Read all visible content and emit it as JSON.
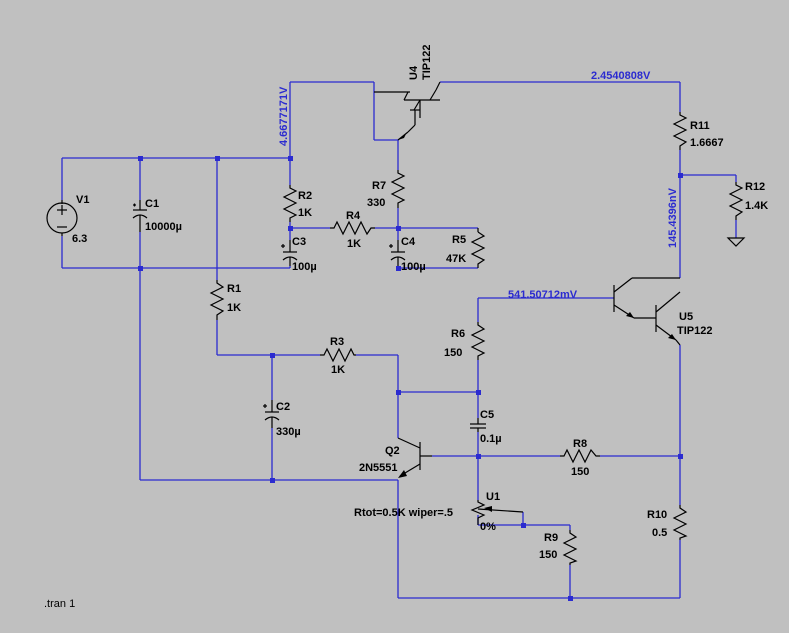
{
  "directive": ".tran 1",
  "nets": {
    "n_top_left": "4.6677171V",
    "n_top_right": "2.4540808V",
    "n_r11": "145.4396nV",
    "n_u5_base": "541.50712mV"
  },
  "components": {
    "V1": {
      "ref": "V1",
      "value": "6.3"
    },
    "C1": {
      "ref": "C1",
      "value": "10000µ"
    },
    "R2": {
      "ref": "R2",
      "value": "1K"
    },
    "R7": {
      "ref": "R7",
      "value": "330"
    },
    "R4": {
      "ref": "R4",
      "value": "1K"
    },
    "R5": {
      "ref": "R5",
      "value": "47K"
    },
    "C3": {
      "ref": "C3",
      "value": "100µ"
    },
    "C4": {
      "ref": "C4",
      "value": "100µ"
    },
    "U4": {
      "ref": "U4",
      "value": "TIP122"
    },
    "R11": {
      "ref": "R11",
      "value": "1.6667"
    },
    "R12": {
      "ref": "R12",
      "value": "1.4K"
    },
    "R1": {
      "ref": "R1",
      "value": "1K"
    },
    "R3": {
      "ref": "R3",
      "value": "1K"
    },
    "C2": {
      "ref": "C2",
      "value": "330µ"
    },
    "R6": {
      "ref": "R6",
      "value": "150"
    },
    "C5": {
      "ref": "C5",
      "value": "0.1µ"
    },
    "Q2": {
      "ref": "Q2",
      "value": "2N5551"
    },
    "R8": {
      "ref": "R8",
      "value": "150"
    },
    "U1": {
      "ref": "U1",
      "value": "0%",
      "params": "Rtot=0.5K wiper=.5"
    },
    "R9": {
      "ref": "R9",
      "value": "150"
    },
    "U5": {
      "ref": "U5",
      "value": "TIP122"
    },
    "R10": {
      "ref": "R10",
      "value": "0.5"
    }
  }
}
